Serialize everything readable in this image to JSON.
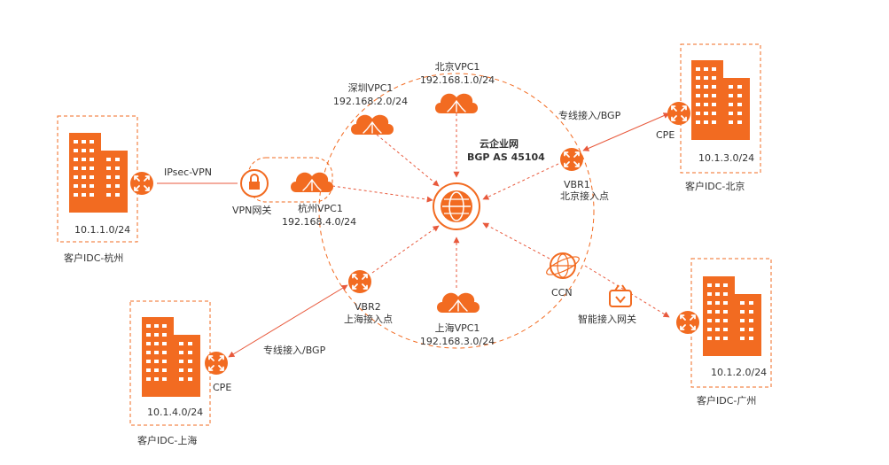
{
  "core": {
    "name": "云企业网",
    "bgp": "BGP AS 45104"
  },
  "vpcs": [
    {
      "id": "beijing",
      "name": "北京VPC1",
      "cidr": "192.168.1.0/24"
    },
    {
      "id": "shenzhen",
      "name": "深圳VPC1",
      "cidr": "192.168.2.0/24"
    },
    {
      "id": "hangzhou",
      "name": "杭州VPC1",
      "cidr": "192.168.4.0/24"
    },
    {
      "id": "shanghai",
      "name": "上海VPC1",
      "cidr": "192.168.3.0/24"
    }
  ],
  "vpn_gateway": {
    "label": "VPN网关",
    "link": "IPsec-VPN"
  },
  "vbrs": [
    {
      "id": "vbr1",
      "name": "VBR1",
      "site": "北京接入点",
      "link": "专线接入/BGP",
      "cpe": "CPE"
    },
    {
      "id": "vbr2",
      "name": "VBR2",
      "site": "上海接入点",
      "link": "专线接入/BGP",
      "cpe": "CPE"
    }
  ],
  "ccn": {
    "label": "CCN",
    "gateway": "智能接入网关"
  },
  "idcs": [
    {
      "id": "hangzhou",
      "name": "客户IDC-杭州",
      "cidr": "10.1.1.0/24"
    },
    {
      "id": "beijing",
      "name": "客户IDC-北京",
      "cidr": "10.1.3.0/24"
    },
    {
      "id": "shanghai",
      "name": "客户IDC-上海",
      "cidr": "10.1.4.0/24"
    },
    {
      "id": "guangzhou",
      "name": "客户IDC-广州",
      "cidr": "10.1.2.0/24"
    }
  ],
  "colors": {
    "accent": "#f26b21",
    "line": "#e8593c",
    "text": "#333333"
  }
}
